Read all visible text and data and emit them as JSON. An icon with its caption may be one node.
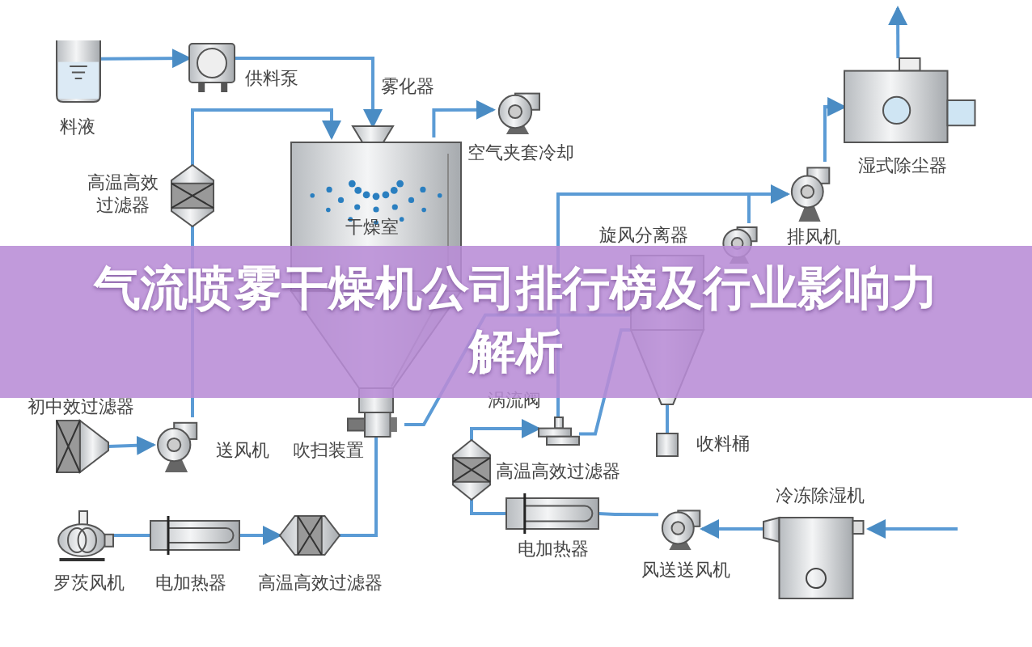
{
  "diagram": {
    "title": "气流喷雾干燥机公司排行榜及行业影响力解析",
    "nodes": [
      {
        "text": [
          "料液"
        ]
      },
      {
        "text": [
          "供料泵"
        ]
      },
      {
        "text": [
          "雾化器"
        ]
      },
      {
        "text": [
          "干燥室"
        ]
      },
      {
        "text": [
          "空气夹套冷却"
        ]
      },
      {
        "text": [
          "高温高效过滤器"
        ]
      },
      {
        "text": [
          "初中效过滤器"
        ]
      },
      {
        "text": [
          "送风机"
        ]
      },
      {
        "text": [
          "吹扫装置"
        ]
      },
      {
        "text": [
          "罗茨风机"
        ]
      },
      {
        "text": [
          "电加热器"
        ]
      },
      {
        "text": [
          "高温高效过滤器"
        ]
      },
      {
        "text": [
          "旋风分离器"
        ]
      },
      {
        "text": [
          "涡流阀"
        ]
      },
      {
        "text": [
          "收料桶"
        ]
      },
      {
        "text": [
          "高温高效过滤器"
        ]
      },
      {
        "text": [
          "电加热器"
        ]
      },
      {
        "text": [
          "风送送风机"
        ]
      },
      {
        "text": [
          "冷冻除湿机"
        ]
      },
      {
        "text": [
          "排风机"
        ]
      },
      {
        "text": [
          "湿式除尘器"
        ]
      },
      {
        "text": [],
        "shape": "fan"
      }
    ],
    "edges": [
      {
        "from": 0,
        "to": 1,
        "arrow": "to"
      },
      {
        "from": 1,
        "to": 2,
        "arrow": "to"
      },
      {
        "from": 5,
        "to": 3,
        "arrow": "to"
      },
      {
        "from": 3,
        "to": 4,
        "arrow": "to"
      },
      {
        "from": 7,
        "to": 5,
        "arrow": "none"
      },
      {
        "from": 6,
        "to": 7,
        "arrow": "to"
      },
      {
        "from": 9,
        "to": 10,
        "arrow": "none"
      },
      {
        "from": 10,
        "to": 11,
        "arrow": "to"
      },
      {
        "from": 11,
        "to": 8,
        "arrow": "none"
      },
      {
        "from": 8,
        "to": 12,
        "arrow": "none"
      },
      {
        "from": 13,
        "to": 19,
        "arrow": "none"
      },
      {
        "from": 21,
        "to": 19,
        "arrow": "to"
      },
      {
        "from": 19,
        "to": 20,
        "arrow": "to"
      },
      {
        "from": 20,
        "to": null,
        "arrow": "to"
      },
      {
        "from": 15,
        "to": 13,
        "arrow": "to"
      },
      {
        "from": 13,
        "to": 12,
        "arrow": "none"
      },
      {
        "from": 16,
        "to": 15,
        "arrow": "none"
      },
      {
        "from": 17,
        "to": 16,
        "arrow": "none"
      },
      {
        "from": 18,
        "to": 17,
        "arrow": "to"
      },
      {
        "from": null,
        "to": 18,
        "arrow": "to"
      },
      {
        "from": 12,
        "to": 14,
        "arrow": "none"
      }
    ]
  }
}
